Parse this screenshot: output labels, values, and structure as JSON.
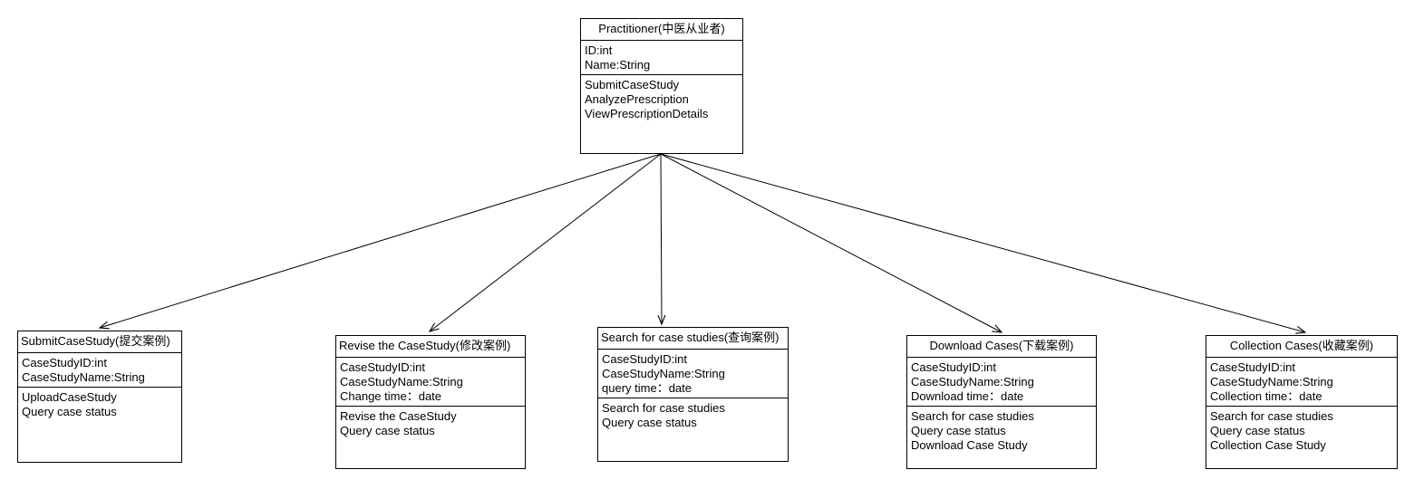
{
  "diagram": {
    "type": "uml-class-diagram",
    "background_color": "#ffffff",
    "line_color": "#000000",
    "text_color": "#000000",
    "relationship": "generalization",
    "parent": "Practitioner(中医从业者)",
    "classes": [
      {
        "id": "practitioner",
        "name": "Practitioner(中医从业者)",
        "name_align": "center",
        "attributes": [
          "ID:int",
          "Name:String"
        ],
        "operations": [
          "SubmitCaseStudy",
          "AnalyzePrescription",
          "ViewPrescriptionDetails"
        ]
      },
      {
        "id": "submit-case-study",
        "name": "SubmitCaseStudy(提交案例)",
        "name_align": "left",
        "attributes": [
          "CaseStudyID:int",
          "CaseStudyName:String"
        ],
        "operations": [
          "UploadCaseStudy",
          "Query case status"
        ]
      },
      {
        "id": "revise-case-study",
        "name": "Revise the CaseStudy(修改案例)",
        "name_align": "left",
        "attributes": [
          "CaseStudyID:int",
          "CaseStudyName:String",
          "Change time：date"
        ],
        "operations": [
          "Revise the CaseStudy",
          "Query case status"
        ]
      },
      {
        "id": "search-case-studies",
        "name": "Search for case studies(查询案例)",
        "name_align": "left",
        "attributes": [
          "CaseStudyID:int",
          "CaseStudyName:String",
          "query time：date"
        ],
        "operations": [
          "Search for case studies",
          "Query case status"
        ]
      },
      {
        "id": "download-cases",
        "name": "Download Cases(下载案例)",
        "name_align": "center",
        "attributes": [
          "CaseStudyID:int",
          "CaseStudyName:String",
          "Download time：date"
        ],
        "operations": [
          "Search for case studies",
          "Query case status",
          "Download Case Study"
        ]
      },
      {
        "id": "collection-cases",
        "name": "Collection Cases(收藏案例)",
        "name_align": "center",
        "attributes": [
          "CaseStudyID:int",
          "CaseStudyName:String",
          "Collection time：date"
        ],
        "operations": [
          "Search for case studies",
          "Query case status",
          "Collection Case Study"
        ]
      }
    ],
    "edges": [
      {
        "from": "practitioner",
        "to": "submit-case-study",
        "arrow": "open"
      },
      {
        "from": "practitioner",
        "to": "revise-case-study",
        "arrow": "open"
      },
      {
        "from": "practitioner",
        "to": "search-case-studies",
        "arrow": "open"
      },
      {
        "from": "practitioner",
        "to": "download-cases",
        "arrow": "open"
      },
      {
        "from": "practitioner",
        "to": "collection-cases",
        "arrow": "open"
      }
    ]
  }
}
